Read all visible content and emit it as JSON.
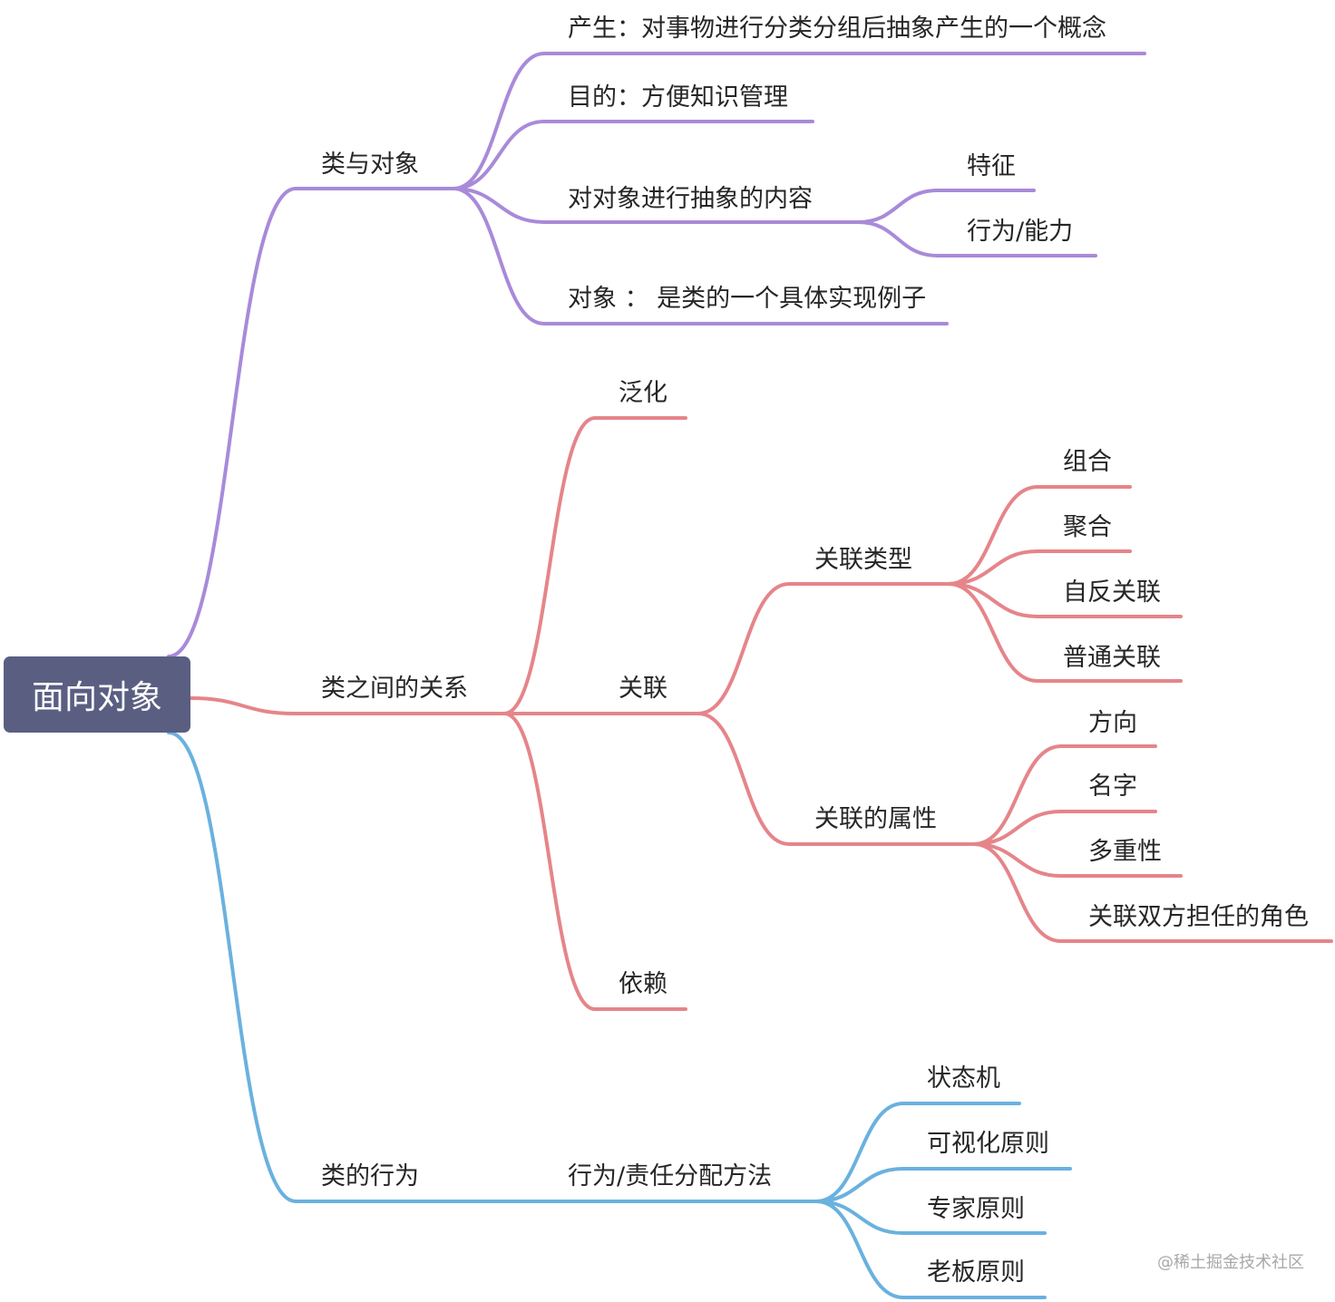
{
  "root": {
    "label": "面向对象"
  },
  "colors": {
    "purple": "#a98ad9",
    "red": "#e5858a",
    "blue": "#6ab1df",
    "root_fill": "#5a5f82"
  },
  "branches": [
    {
      "label": "类与对象",
      "color": "purple",
      "children": [
        {
          "label": "产生：对事物进行分类分组后抽象产生的一个概念"
        },
        {
          "label": "目的：方便知识管理"
        },
        {
          "label": "对对象进行抽象的内容",
          "children": [
            {
              "label": "特征"
            },
            {
              "label": "行为/能力"
            }
          ]
        },
        {
          "label": "对象 ： 是类的一个具体实现例子"
        }
      ]
    },
    {
      "label": "类之间的关系",
      "color": "red",
      "children": [
        {
          "label": "泛化"
        },
        {
          "label": "关联",
          "children": [
            {
              "label": "关联类型",
              "children": [
                {
                  "label": "组合"
                },
                {
                  "label": "聚合"
                },
                {
                  "label": "自反关联"
                },
                {
                  "label": "普通关联"
                }
              ]
            },
            {
              "label": "关联的属性",
              "children": [
                {
                  "label": "方向"
                },
                {
                  "label": "名字"
                },
                {
                  "label": "多重性"
                },
                {
                  "label": "关联双方担任的角色"
                }
              ]
            }
          ]
        },
        {
          "label": "依赖"
        }
      ]
    },
    {
      "label": "类的行为",
      "color": "blue",
      "children": [
        {
          "label": "行为/责任分配方法",
          "children": [
            {
              "label": "状态机"
            },
            {
              "label": "可视化原则"
            },
            {
              "label": "专家原则"
            },
            {
              "label": "老板原则"
            }
          ]
        }
      ]
    }
  ],
  "watermark": "@稀土掘金技术社区"
}
